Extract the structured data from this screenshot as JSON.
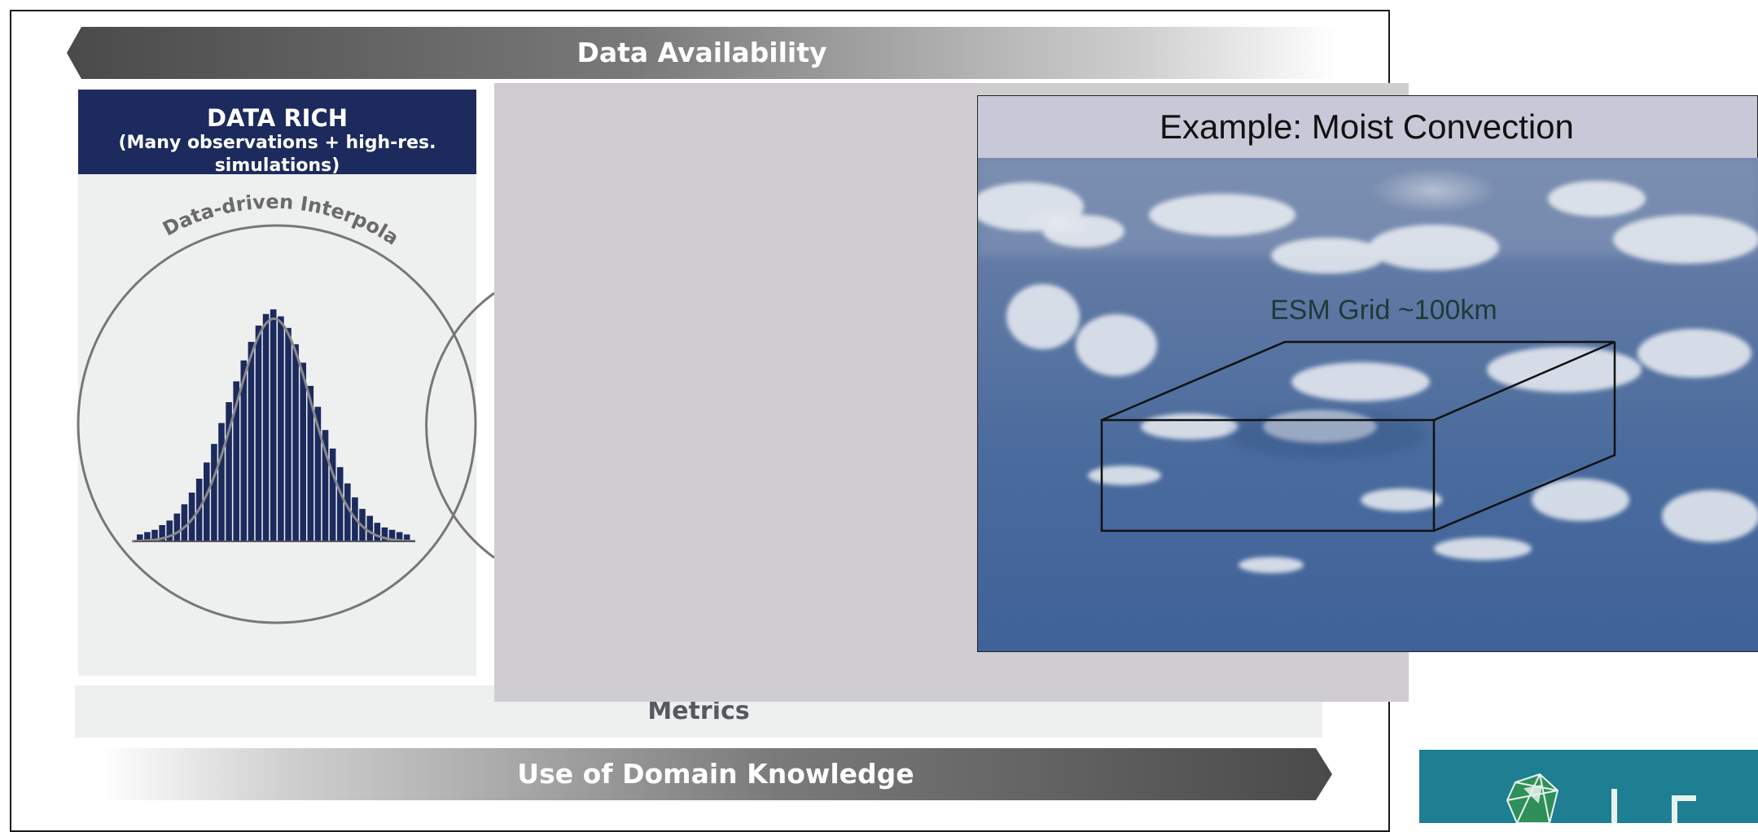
{
  "banners": {
    "top": "Data Availability",
    "bottom": "Use of Domain Knowledge"
  },
  "data_rich_panel": {
    "title": "DATA RICH",
    "subtitle": "(Many observations + high-res. simulations)",
    "arc_label": "Data-driven Interpolation"
  },
  "metrics": {
    "label": "Metrics"
  },
  "example": {
    "title": "Example: Moist Convection",
    "grid_label": "ESM Grid ~100km"
  },
  "histogram": {
    "values": [
      0.03,
      0.04,
      0.05,
      0.07,
      0.09,
      0.12,
      0.16,
      0.21,
      0.27,
      0.34,
      0.42,
      0.51,
      0.6,
      0.69,
      0.78,
      0.86,
      0.93,
      0.98,
      1.0,
      0.97,
      0.92,
      0.85,
      0.77,
      0.67,
      0.58,
      0.48,
      0.4,
      0.32,
      0.25,
      0.19,
      0.14,
      0.11,
      0.08,
      0.06,
      0.05,
      0.04,
      0.03
    ]
  },
  "colors": {
    "panel_header": "#1c2a5e",
    "bars": "#1c2a5e",
    "overlay": "#cfcdcf",
    "title_box": "#c8c8d8",
    "logo_teal": "#1e7e92"
  }
}
